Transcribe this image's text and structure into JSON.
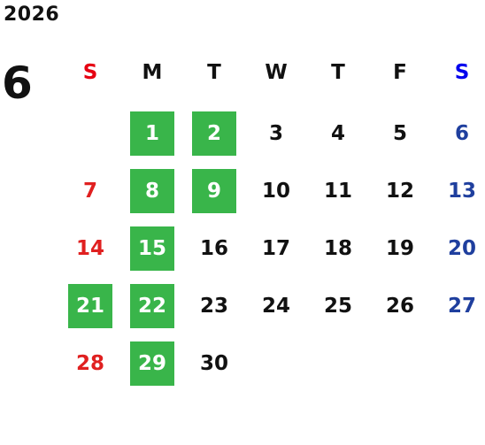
{
  "calendar": {
    "year": "2026",
    "month": "6",
    "weekdays": [
      "S",
      "M",
      "T",
      "W",
      "T",
      "F",
      "S"
    ],
    "weeks": [
      [
        "",
        "1",
        "2",
        "3",
        "4",
        "5",
        "6"
      ],
      [
        "7",
        "8",
        "9",
        "10",
        "11",
        "12",
        "13"
      ],
      [
        "14",
        "15",
        "16",
        "17",
        "18",
        "19",
        "20"
      ],
      [
        "21",
        "22",
        "23",
        "24",
        "25",
        "26",
        "27"
      ],
      [
        "28",
        "29",
        "30",
        "",
        "",
        "",
        ""
      ]
    ],
    "highlighted_days": [
      "1",
      "2",
      "8",
      "9",
      "15",
      "21",
      "22",
      "29"
    ]
  },
  "colors": {
    "sunday_header": "#e60012",
    "saturday_header": "#0000ee",
    "sunday": "#e02020",
    "saturday": "#1f3f9e",
    "weekday": "#111111",
    "highlight_bg": "#39b54a",
    "highlight_text": "#ffffff"
  }
}
